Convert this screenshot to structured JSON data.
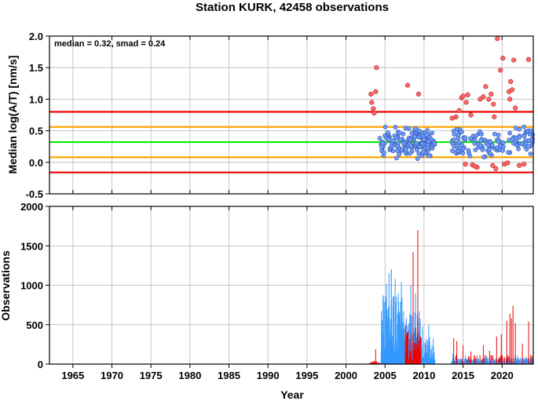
{
  "chart_data": [
    {
      "type": "scatter",
      "title": "Station KURK, 42458 observations",
      "ylabel": "Median log(A/T) [nm/s]",
      "annotation": "median = 0.32, smad = 0.24",
      "xlim": [
        1962,
        2024
      ],
      "ylim": [
        -0.5,
        2.0
      ],
      "yticks": [
        "-0.5",
        "0.0",
        "0.5",
        "1.0",
        "1.5",
        "2.0"
      ],
      "grid": true,
      "reference_lines": [
        {
          "value": 0.32,
          "color": "#00ee00"
        },
        {
          "value": 0.56,
          "color": "#ffa500"
        },
        {
          "value": 0.08,
          "color": "#ffa500"
        },
        {
          "value": 0.8,
          "color": "#ee0000"
        },
        {
          "value": -0.16,
          "color": "#ee0000"
        }
      ],
      "colors": {
        "inlier": "#6f9cff",
        "outlier": "#ff6666"
      },
      "seed": 42
    },
    {
      "type": "bar",
      "ylabel": "Observations",
      "xlabel": "Year",
      "xlim": [
        1962,
        2024
      ],
      "ylim": [
        0,
        2000
      ],
      "yticks": [
        "0",
        "500",
        "1000",
        "1500",
        "2000"
      ],
      "xticks": [
        "1965",
        "1970",
        "1975",
        "1980",
        "1985",
        "1990",
        "1995",
        "2000",
        "2005",
        "2010",
        "2015",
        "2020"
      ],
      "grid": true,
      "colors": {
        "blue": "#3399ff",
        "red": "#ee0000"
      },
      "notable_peaks": [
        {
          "x": 2009.2,
          "value": 1700,
          "color": "red"
        },
        {
          "x": 2008.6,
          "value": 1420,
          "color": "red"
        },
        {
          "x": 2005.8,
          "value": 1200,
          "color": "blue"
        }
      ]
    }
  ]
}
